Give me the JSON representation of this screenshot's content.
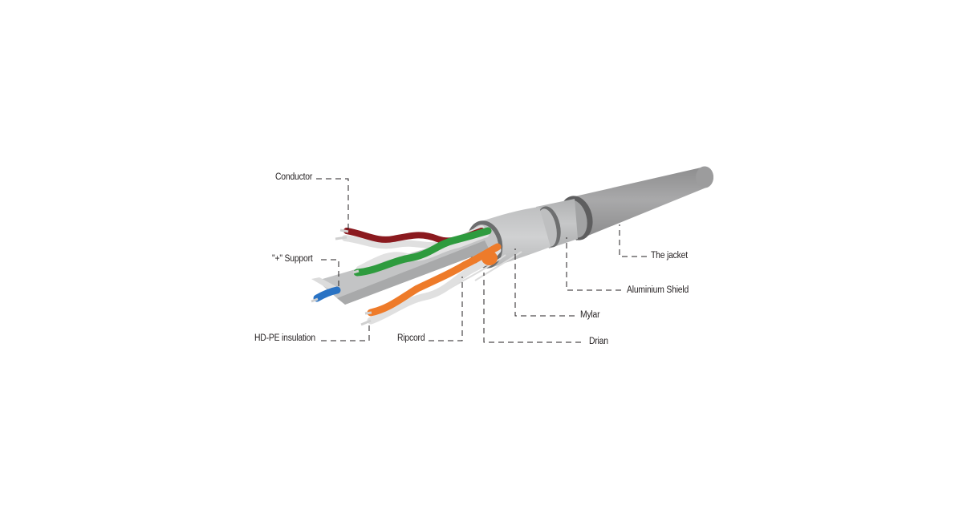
{
  "diagram": {
    "subject": "Shielded twisted pair network cable cross-section",
    "colors": {
      "background": "#ffffff",
      "jacket": "#9a9a9b",
      "jacket_edge": "#5e5e5f",
      "shield": "#b9babb",
      "mylar": "#c9cacb",
      "pair_brown": "#8b1a1f",
      "pair_green": "#2e9b3e",
      "pair_orange": "#ee7b2a",
      "pair_blue": "#2a73c4",
      "white_wire": "#e2e2e2",
      "leader_line": "#231f20",
      "label_text": "#231f20"
    },
    "labels": [
      {
        "id": "conductor",
        "text": "Conductor"
      },
      {
        "id": "support",
        "text": "\"+\" Support"
      },
      {
        "id": "hdpe",
        "text": "HD-PE insulation"
      },
      {
        "id": "ripcord",
        "text": "Ripcord"
      },
      {
        "id": "drain",
        "text": "Drian"
      },
      {
        "id": "mylar",
        "text": "Mylar"
      },
      {
        "id": "shield",
        "text": "Aluminium Shield"
      },
      {
        "id": "jacket",
        "text": "The jacket"
      }
    ]
  }
}
